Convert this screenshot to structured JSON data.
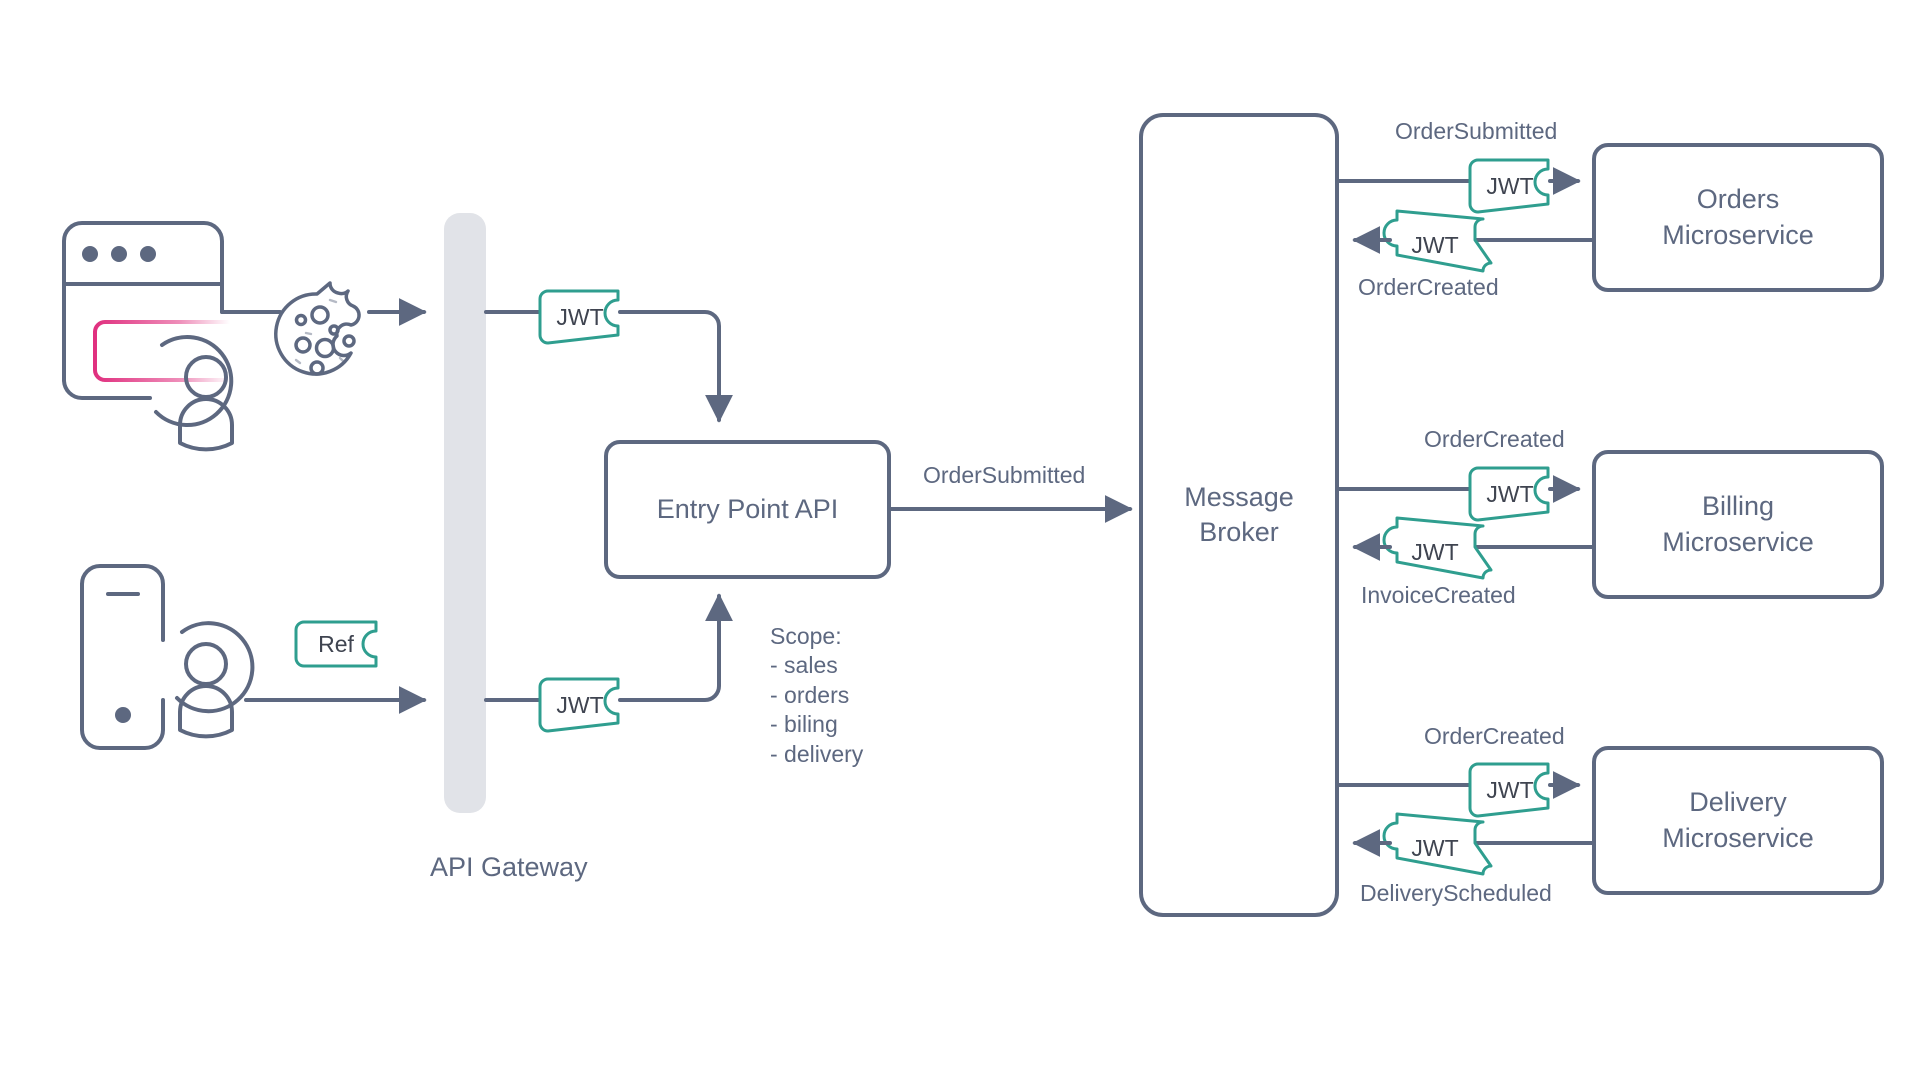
{
  "diagram": {
    "title": "API Gateway JWT token flow to microservices via message broker",
    "colors": {
      "stroke": "#5d6880",
      "text": "#5d6880",
      "token_border": "#2f9e8f",
      "token_text": "#3f4450",
      "gateway_fill": "#e1e3e8",
      "accent_pink": "#e0307f",
      "background": "#ffffff"
    }
  },
  "clients": {
    "browser": {
      "icon": "browser-window-icon",
      "dots": 3
    },
    "browser_avatar": {
      "icon": "user-avatar-icon"
    },
    "mobile": {
      "icon": "mobile-phone-icon"
    },
    "mobile_avatar": {
      "icon": "user-avatar-icon"
    },
    "cookie": {
      "icon": "cookie-icon"
    },
    "ref_token": {
      "label": "Ref"
    }
  },
  "gateway": {
    "label": "API Gateway",
    "icon": "gateway-bar"
  },
  "entry_point": {
    "label": "Entry Point API"
  },
  "scope": {
    "heading": "Scope:",
    "items": [
      "- sales",
      "- orders",
      "- biling",
      "- delivery"
    ]
  },
  "broker": {
    "label": "Message\nBroker",
    "line1": "Message",
    "line2": "Broker"
  },
  "edges": {
    "gateway_to_entry_top": {
      "token": "JWT"
    },
    "gateway_to_entry_bottom": {
      "token": "JWT"
    },
    "entry_to_broker": {
      "label": "OrderSubmitted"
    }
  },
  "services": [
    {
      "name": "Orders Microservice",
      "line1": "Orders",
      "line2": "Microservice",
      "inbound_event": "OrderSubmitted",
      "inbound_token": "JWT",
      "outbound_event": "OrderCreated",
      "outbound_token": "JWT"
    },
    {
      "name": "Billing Microservice",
      "line1": "Billing",
      "line2": "Microservice",
      "inbound_event": "OrderCreated",
      "inbound_token": "JWT",
      "outbound_event": "InvoiceCreated",
      "outbound_token": "JWT"
    },
    {
      "name": "Delivery Microservice",
      "line1": "Delivery",
      "line2": "Microservice",
      "inbound_event": "OrderCreated",
      "inbound_token": "JWT",
      "outbound_event": "DeliveryScheduled",
      "outbound_token": "JWT"
    }
  ]
}
